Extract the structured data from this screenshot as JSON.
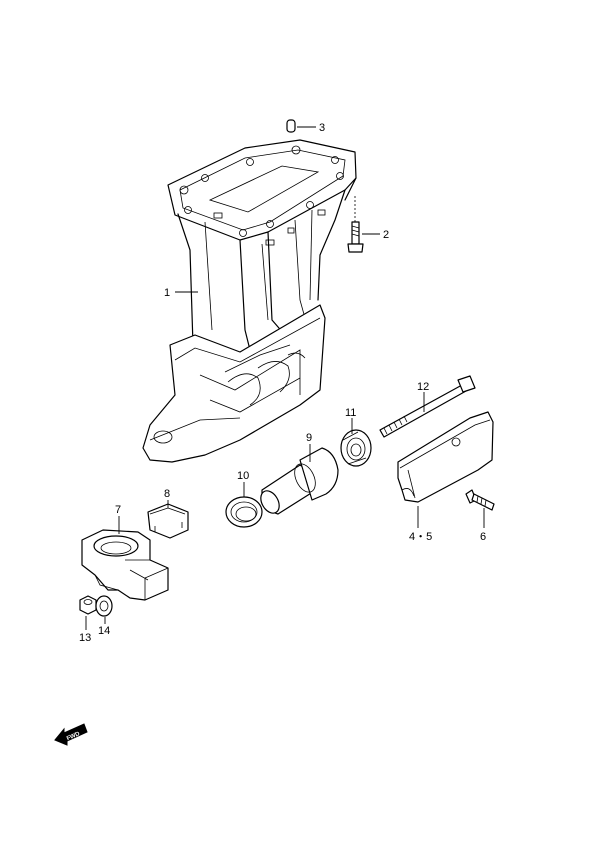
{
  "callouts": {
    "c1": "1",
    "c2": "2",
    "c3": "3",
    "c45": "4・5",
    "c6": "6",
    "c7": "7",
    "c8": "8",
    "c9": "9",
    "c10": "10",
    "c11": "11",
    "c12": "12",
    "c13": "13",
    "c14": "14"
  },
  "fwd_arrow": {
    "label": "FWD"
  }
}
